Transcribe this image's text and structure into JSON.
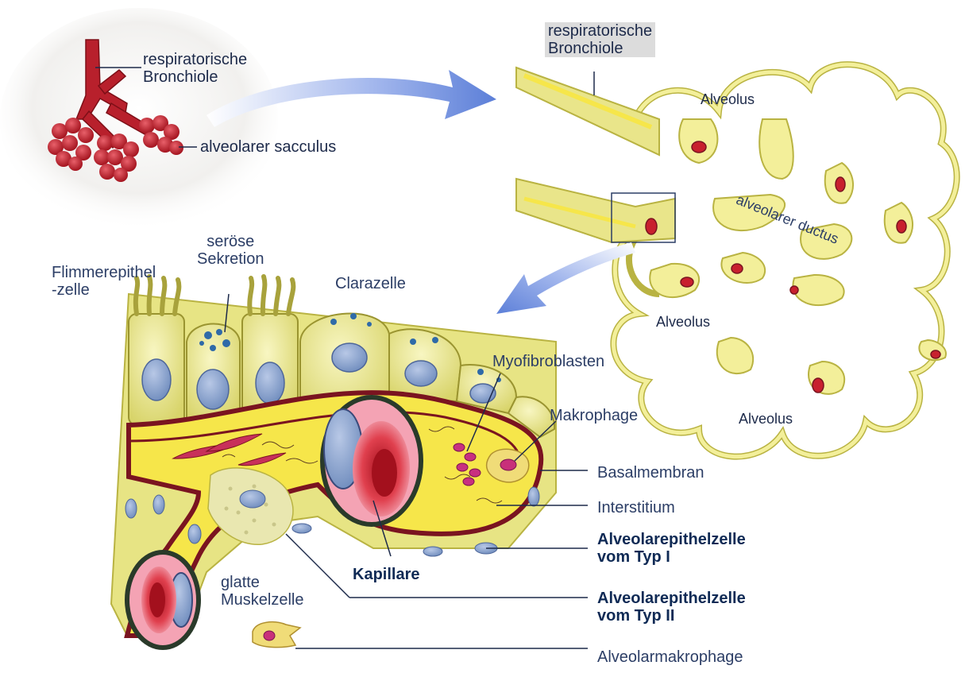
{
  "labels": {
    "overview_bronchiole": [
      "respiratorische",
      "Bronchiole"
    ],
    "overview_sacculus": "alveolarer sacculus",
    "acinus_bronchiole": [
      "respiratorische",
      "Bronchiole"
    ],
    "alveolus_top": "Alveolus",
    "alveolar_ductus": "alveolarer ductus",
    "alveolus_middle": "Alveolus",
    "alveolus_bottom": "Alveolus",
    "flimmerepithel": [
      "Flimmerepithel",
      "-zelle"
    ],
    "seroese_sekretion": [
      "seröse",
      "Sekretion"
    ],
    "clarazelle": "Clarazelle",
    "myofibroblasten": "Myofibroblasten",
    "makrophage": "Makrophage",
    "basalmembran": "Basalmembran",
    "interstitium": "Interstitium",
    "typ1": [
      "Alveolarepithelzelle",
      "vom Typ I"
    ],
    "kapillare": "Kapillare",
    "glatte_muskelzelle": [
      "glatte",
      "Muskelzelle"
    ],
    "typ2": [
      "Alveolarepithelzelle",
      "vom Typ II"
    ],
    "alveolarmakrophage": "Alveolarmakrophage"
  },
  "colors": {
    "tissue_yellow": "#f3ef9a",
    "tissue_outline": "#b9b342",
    "interstitium_yellow": "#f6e64a",
    "basal_membrane": "#7a1420",
    "capillary_red": "#c8202e",
    "capillary_pink": "#f4a3b4",
    "nucleus_blue": "#8fa9cf",
    "bronchial_tree_red": "#b8202c",
    "arrow_blue": "#5c7fd8",
    "label_text": "#2c3e66",
    "bold_label_text": "#0f2a55"
  }
}
